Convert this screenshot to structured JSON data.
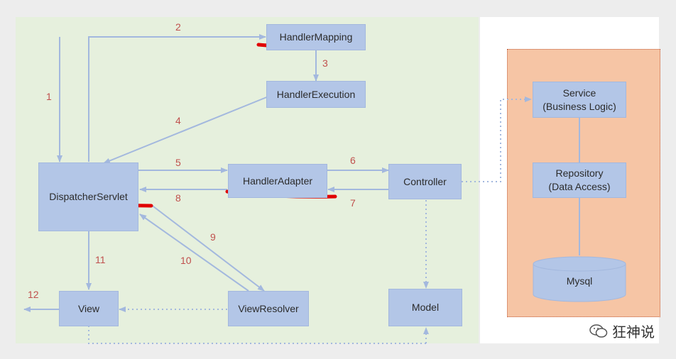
{
  "nodes": {
    "handler_mapping": "HandlerMapping",
    "handler_execution": "HandlerExecution",
    "dispatcher_servlet": "DispatcherServlet",
    "handler_adapter": "HandlerAdapter",
    "controller": "Controller",
    "view_resolver": "ViewResolver",
    "view": "View",
    "model": "Model",
    "service": "Service\n(Business Logic)",
    "repository": "Repository\n(Data Access)",
    "mysql": "Mysql"
  },
  "steps": [
    "1",
    "2",
    "3",
    "4",
    "5",
    "6",
    "7",
    "8",
    "9",
    "10",
    "11",
    "12"
  ],
  "watermark": "狂神说",
  "colors": {
    "left_panel": "#e6f0dd",
    "right_panel": "#f6c5a5",
    "box": "#b3c6e7",
    "arrow": "#a3b8de",
    "step_number": "#c0504d",
    "highlight": "#e00000"
  }
}
